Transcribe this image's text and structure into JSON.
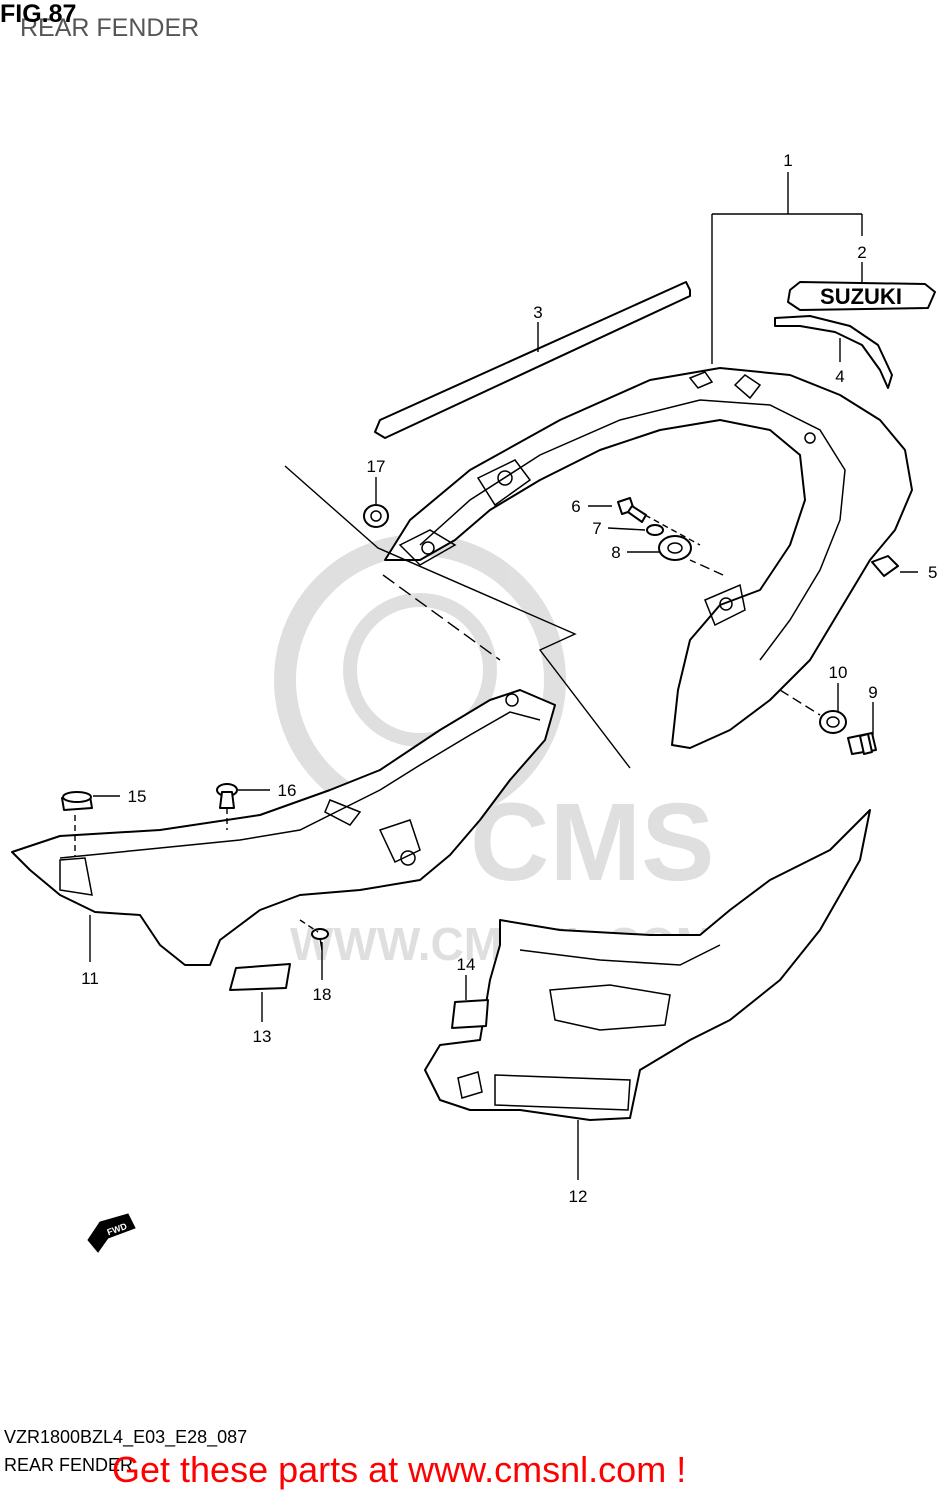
{
  "figure": {
    "title": "FIG.87",
    "subtitle": "REAR FENDER",
    "code": "VZR1800BZL4_E03_E28_087",
    "name": "REAR FENDER"
  },
  "promo": {
    "text": "Get these parts at www.cmsnl.com !",
    "color": "#ff0000"
  },
  "watermark": {
    "text": "WWW.CMSNL.COM",
    "brand": "CMS"
  },
  "decal_text": "SUZUKI",
  "direction_badge": "FWD",
  "parts": [
    {
      "num": "1"
    },
    {
      "num": "2"
    },
    {
      "num": "3"
    },
    {
      "num": "4"
    },
    {
      "num": "5"
    },
    {
      "num": "6"
    },
    {
      "num": "7"
    },
    {
      "num": "8"
    },
    {
      "num": "9"
    },
    {
      "num": "10"
    },
    {
      "num": "11"
    },
    {
      "num": "12"
    },
    {
      "num": "13"
    },
    {
      "num": "14"
    },
    {
      "num": "15"
    },
    {
      "num": "16"
    },
    {
      "num": "17"
    },
    {
      "num": "18"
    }
  ]
}
